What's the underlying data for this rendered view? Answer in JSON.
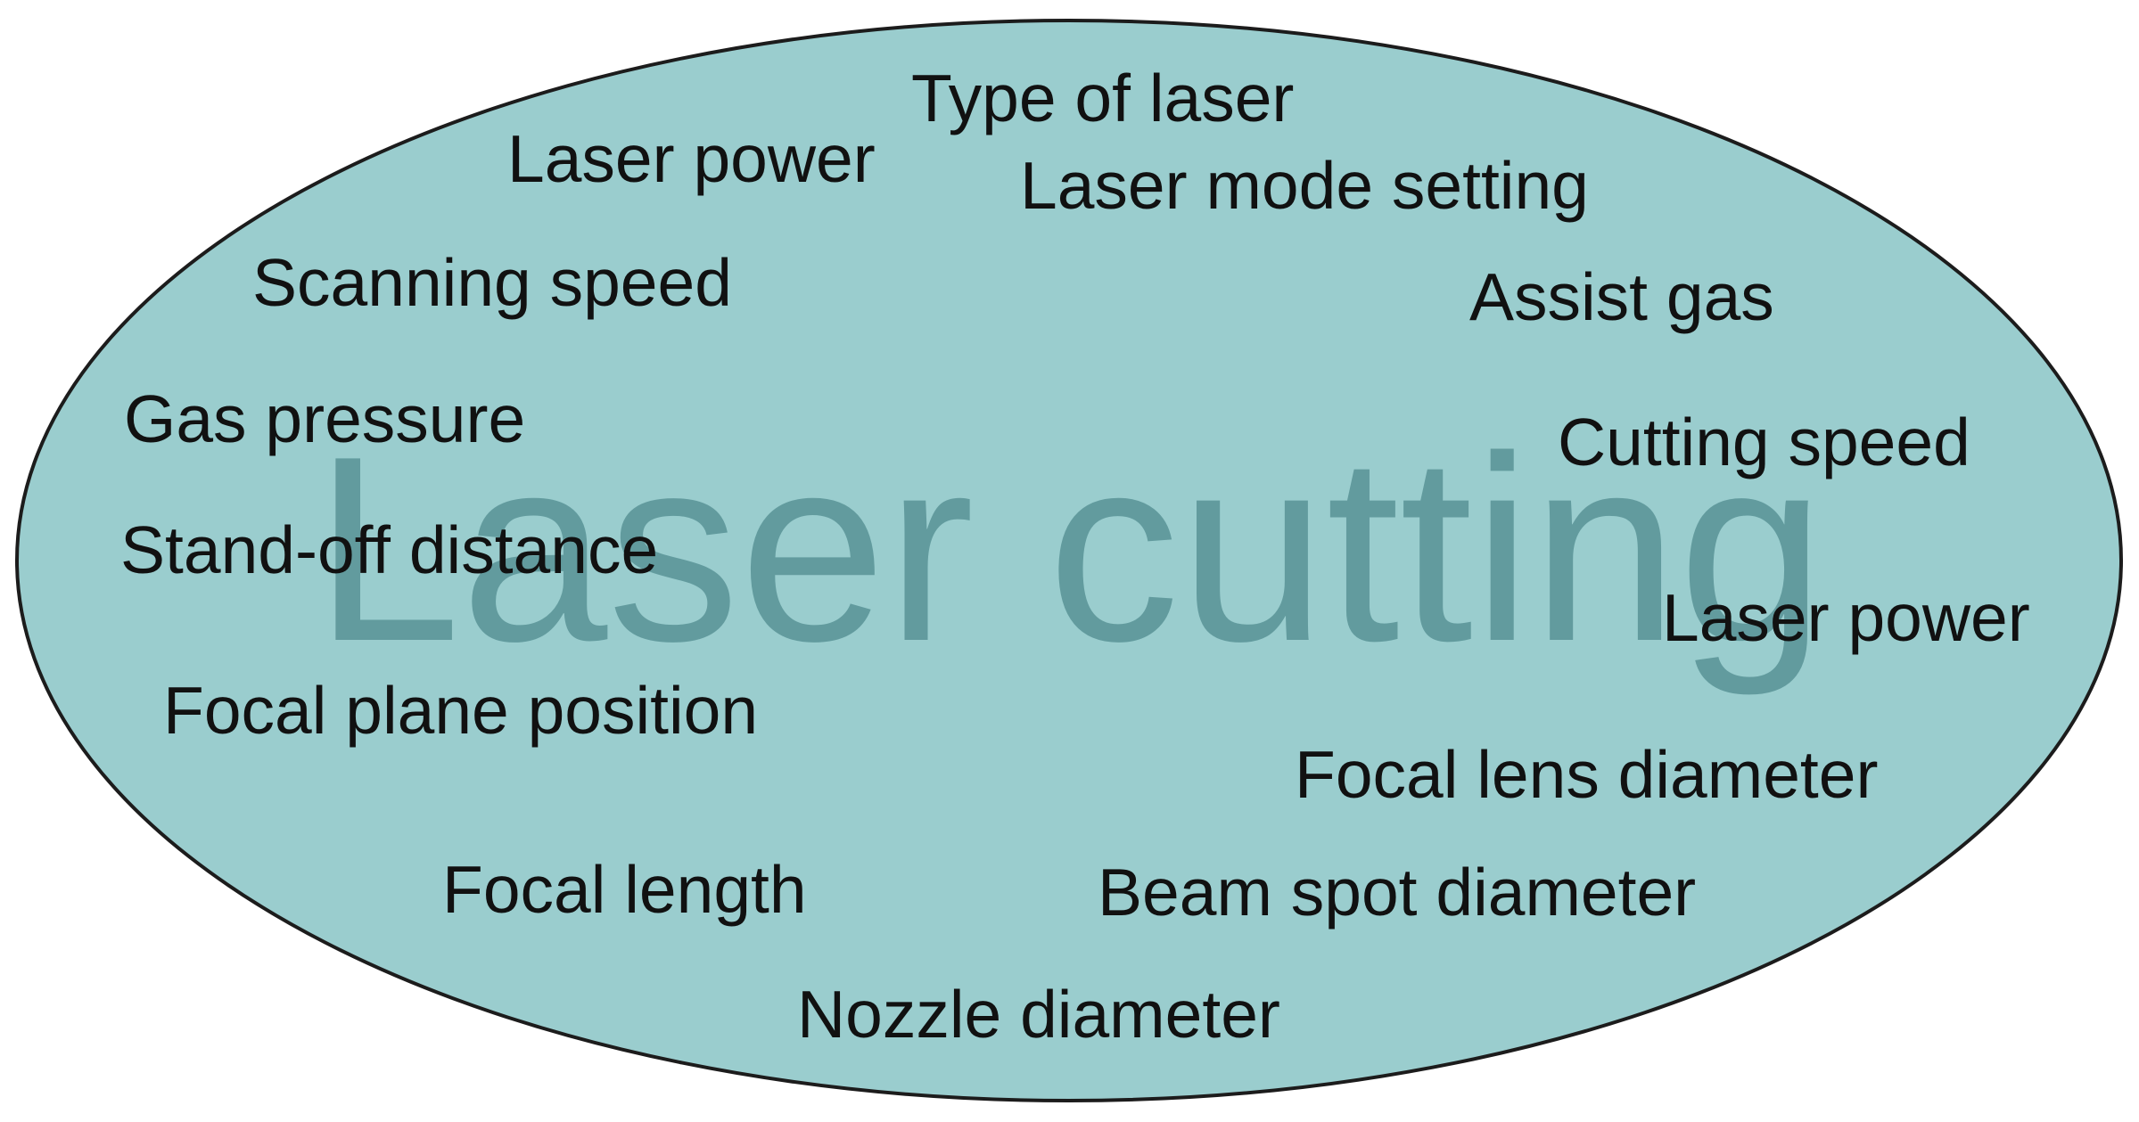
{
  "diagram": {
    "center_label": "Laser cutting",
    "parameters": [
      "Type of laser",
      "Laser power",
      "Laser mode setting",
      "Scanning speed",
      "Assist gas",
      "Gas pressure",
      "Cutting speed",
      "Stand-off distance",
      "Laser power",
      "Focal plane position",
      "Focal lens diameter",
      "Focal length",
      "Beam spot diameter",
      "Nozzle diameter"
    ]
  },
  "colors": {
    "ellipse_fill": "#9acdce",
    "ellipse_stroke": "#1c1c1c",
    "center_label": "#629b9e",
    "parameter_text": "#111111"
  }
}
